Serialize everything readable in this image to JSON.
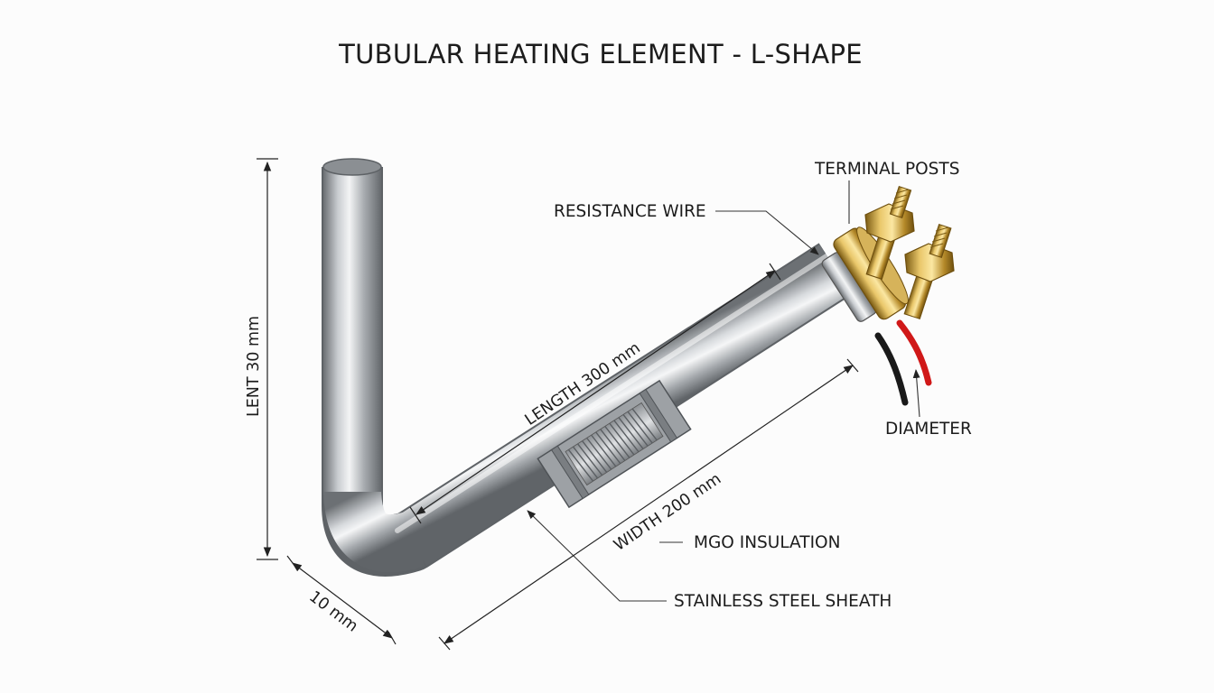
{
  "title": "TUBULAR HEATING ELEMENT - L-SHAPE",
  "labels": {
    "terminal_posts": "TERMINAL POSTS",
    "resistance_wire": "RESISTANCE WIRE",
    "diameter": "DIAMETER",
    "mgo_insulation": "MGO INSULATION",
    "stainless_steel_sheath": "STAINLESS STEEL SHEATH"
  },
  "dimensions": {
    "vertical": "LENT 30 mm",
    "length": "LENGTH 300 mm",
    "width": "WIDTH 200 mm",
    "bend": "10 mm"
  },
  "colors": {
    "sheath": "#b8bcc0",
    "brass": "#c9a13a",
    "wire_red": "#d01818",
    "wire_black": "#1a1a1a"
  }
}
